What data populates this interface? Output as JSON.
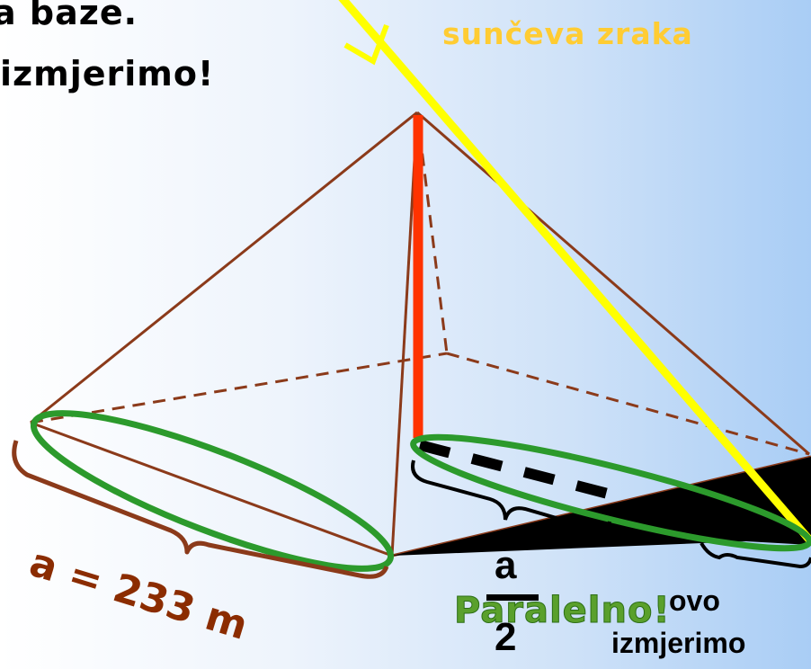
{
  "heading": {
    "line1": "a baze.",
    "line2": "izmjerimo!"
  },
  "ray_label": "sunčeva zraka",
  "base_label": "a = 233 m",
  "fraction": {
    "numerator": "a",
    "denominator": "2"
  },
  "measure_label": {
    "line1": "ovo",
    "line2": "izmjerimo"
  },
  "parallel_label": "Paralelno!",
  "colors": {
    "edges": "#8b3a1a",
    "height": "#ff3300",
    "ray": "#ffff00",
    "ray_label": "#ffcc33",
    "ellipse": "#2c9a2c",
    "shadow": "#000000",
    "parallel_label": "#5aa02c",
    "base_label": "#8b2c00"
  }
}
